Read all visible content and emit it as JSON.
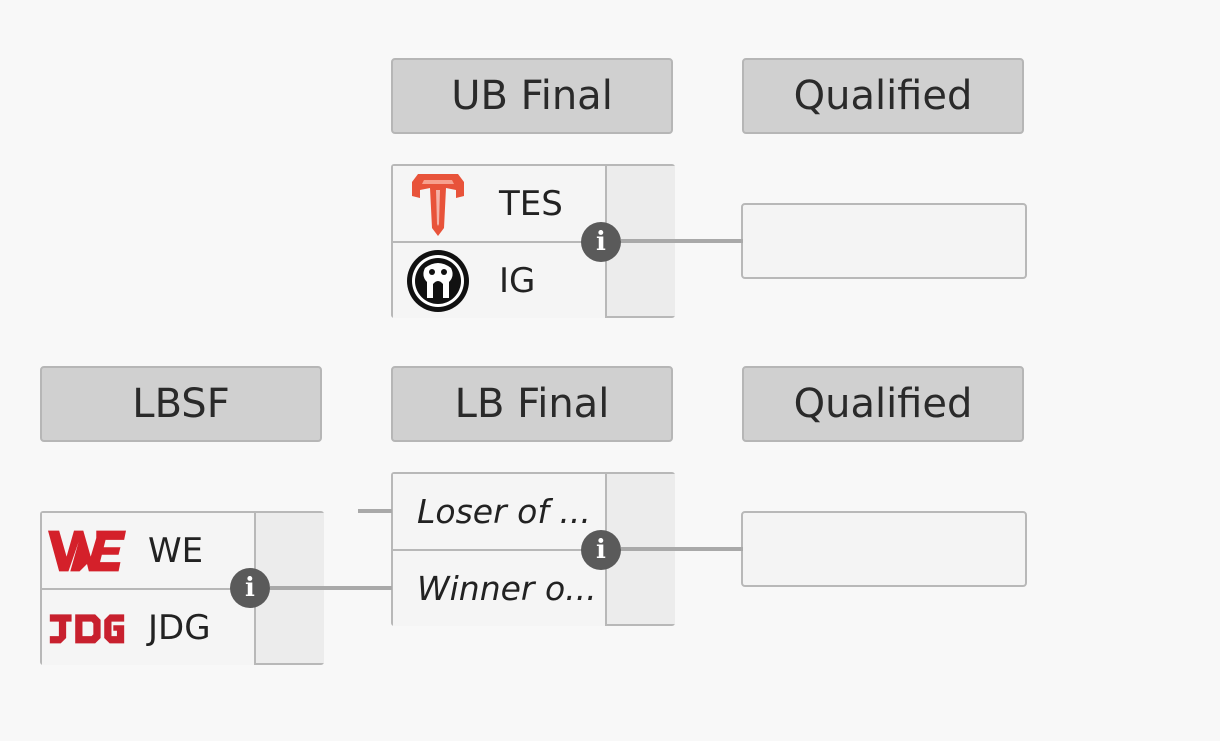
{
  "headers": {
    "ub_final": "UB Final",
    "qualified_upper": "Qualified",
    "lbsf": "LBSF",
    "lb_final": "LB Final",
    "qualified_lower": "Qualified"
  },
  "ub_final_match": {
    "team1": {
      "name": "TES",
      "logo": "tes-logo"
    },
    "team2": {
      "name": "IG",
      "logo": "ig-logo"
    },
    "info_symbol": "i"
  },
  "lbsf_match": {
    "team1": {
      "name": "WE",
      "logo": "we-logo"
    },
    "team2": {
      "name": "JDG",
      "logo": "jdg-logo"
    },
    "info_symbol": "i"
  },
  "lb_final_match": {
    "slot1": "Loser of ...",
    "slot2": "Winner o...",
    "info_symbol": "i"
  },
  "colors": {
    "tes_red": "#e8533a",
    "we_red": "#d4202a",
    "jdg_red": "#c8202e",
    "header_bg": "#d0d0d0",
    "info_icon": "#5a5a5a"
  }
}
